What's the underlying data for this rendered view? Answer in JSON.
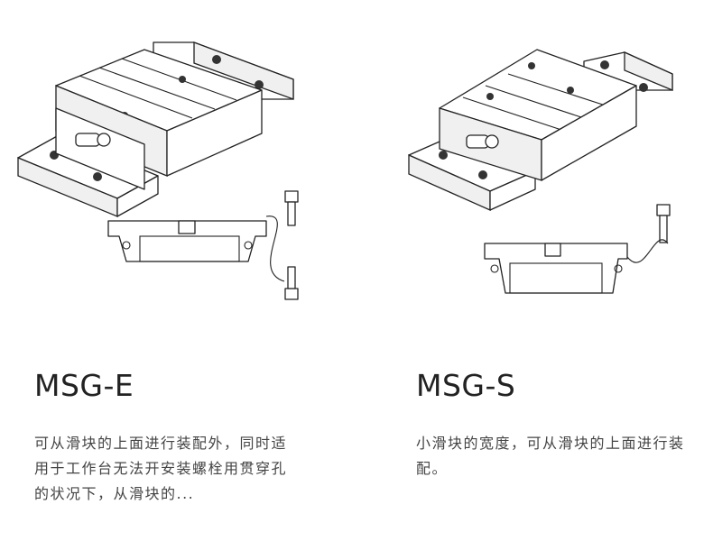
{
  "products": [
    {
      "title": "MSG-E",
      "description": "可从滑块的上面进行装配外，同时适用于工作台无法开安装螺栓用贯穿孔的状况下，从滑块的..."
    },
    {
      "title": "MSG-S",
      "description": "小滑块的宽度，可从滑块的上面进行装配。"
    }
  ]
}
